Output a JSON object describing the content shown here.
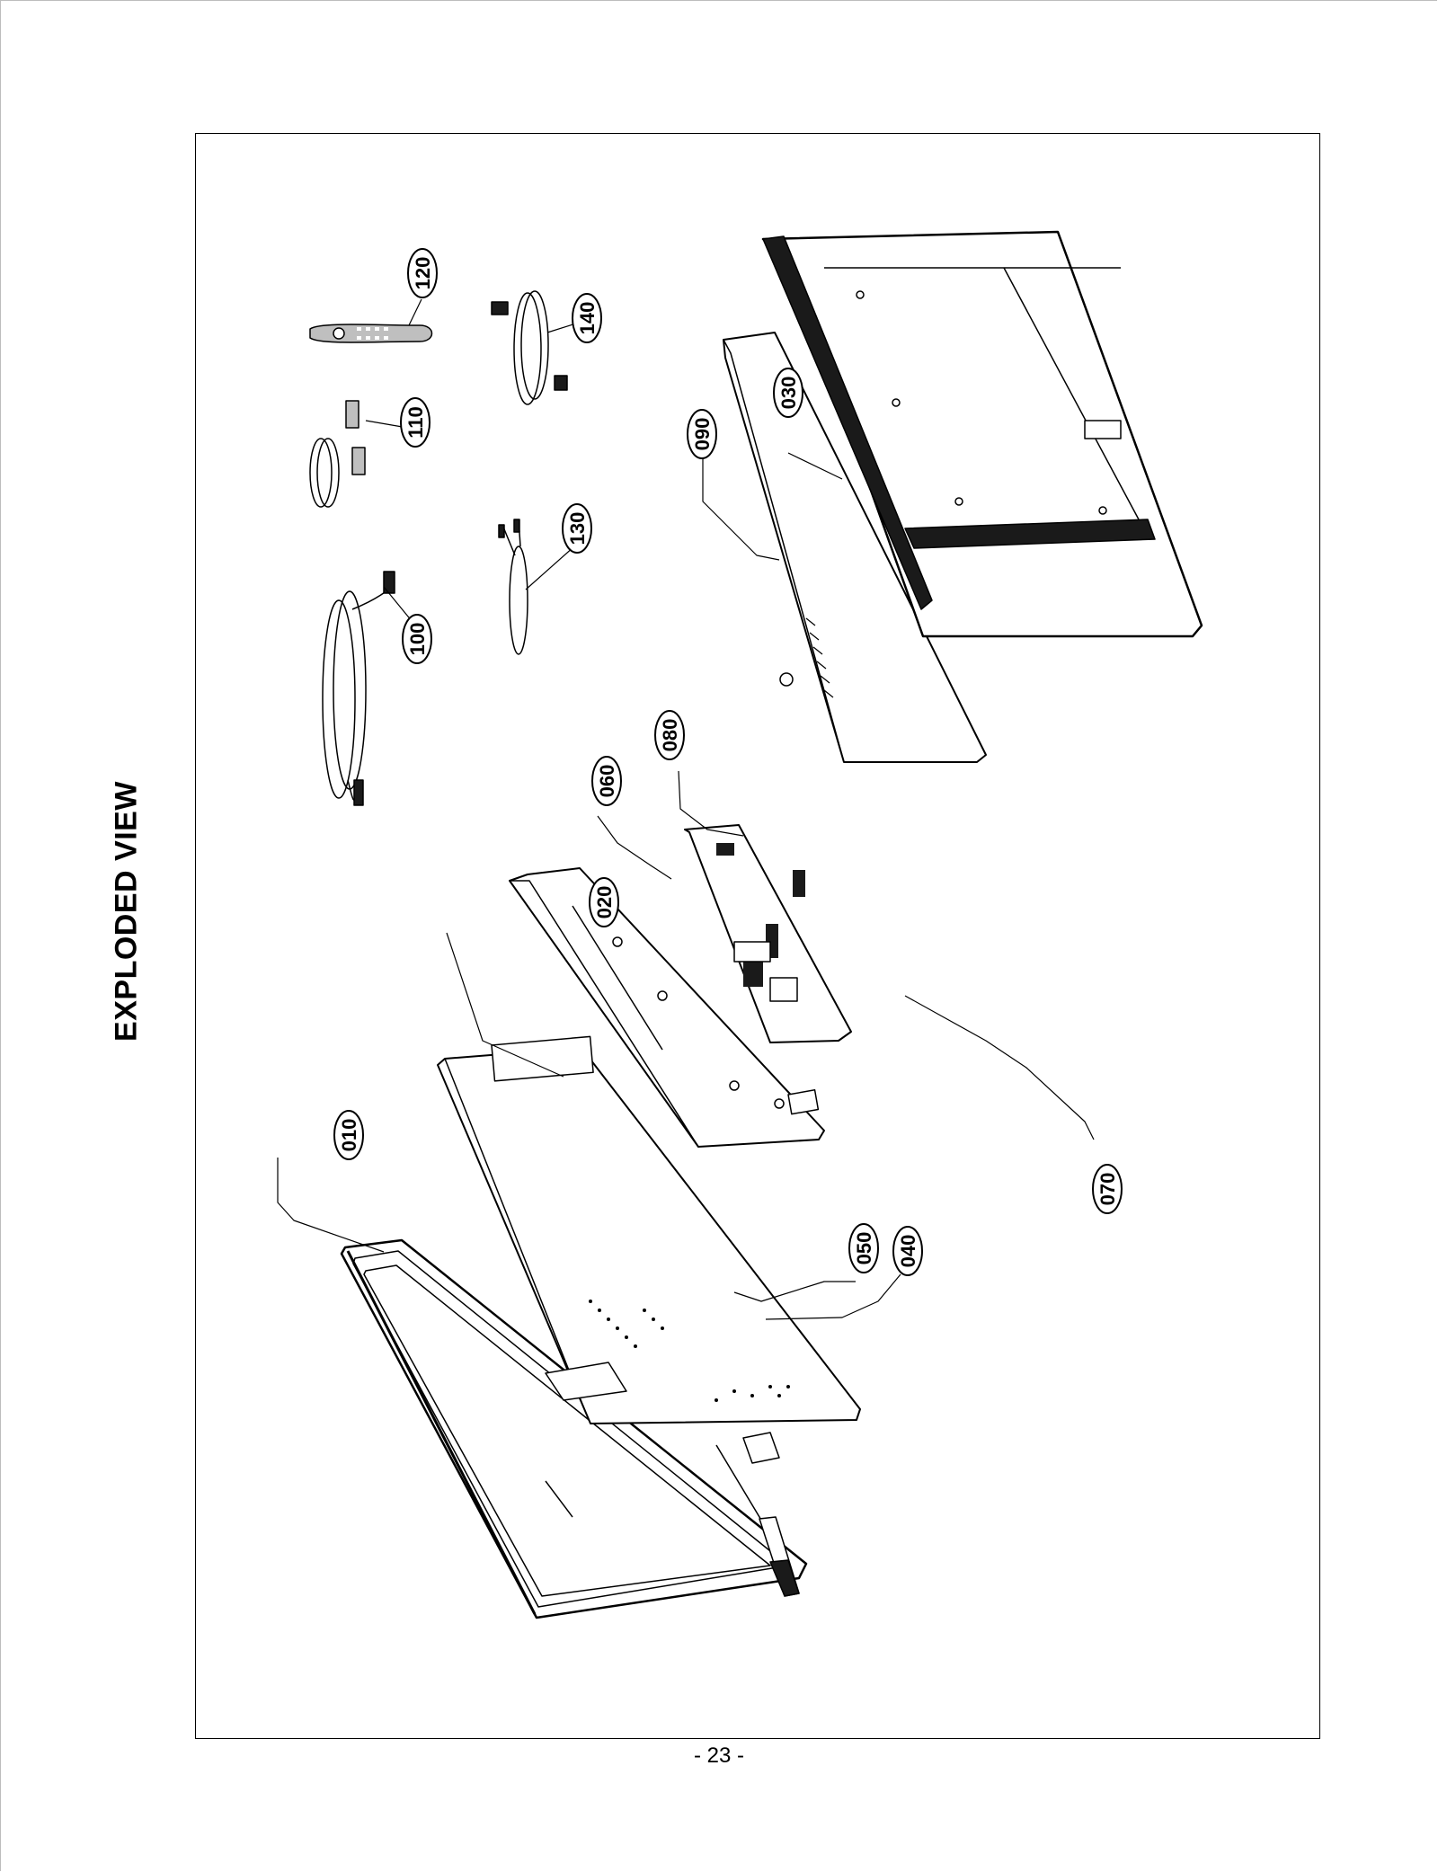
{
  "page": {
    "title": "EXPLODED VIEW",
    "page_number": "- 23 -"
  },
  "callouts": [
    {
      "id": "010",
      "label": "010"
    },
    {
      "id": "020",
      "label": "020"
    },
    {
      "id": "030",
      "label": "030"
    },
    {
      "id": "040",
      "label": "040"
    },
    {
      "id": "050",
      "label": "050"
    },
    {
      "id": "060",
      "label": "060"
    },
    {
      "id": "070",
      "label": "070"
    },
    {
      "id": "080",
      "label": "080"
    },
    {
      "id": "090",
      "label": "090"
    },
    {
      "id": "100",
      "label": "100"
    },
    {
      "id": "110",
      "label": "110"
    },
    {
      "id": "120",
      "label": "120"
    },
    {
      "id": "130",
      "label": "130"
    },
    {
      "id": "140",
      "label": "140"
    }
  ],
  "colors": {
    "line": "#000000",
    "frame_border": "#000000",
    "part_fill": "#ffffff",
    "dark_fill": "#1a1a1a",
    "gray_fill": "#bfbfbf"
  }
}
